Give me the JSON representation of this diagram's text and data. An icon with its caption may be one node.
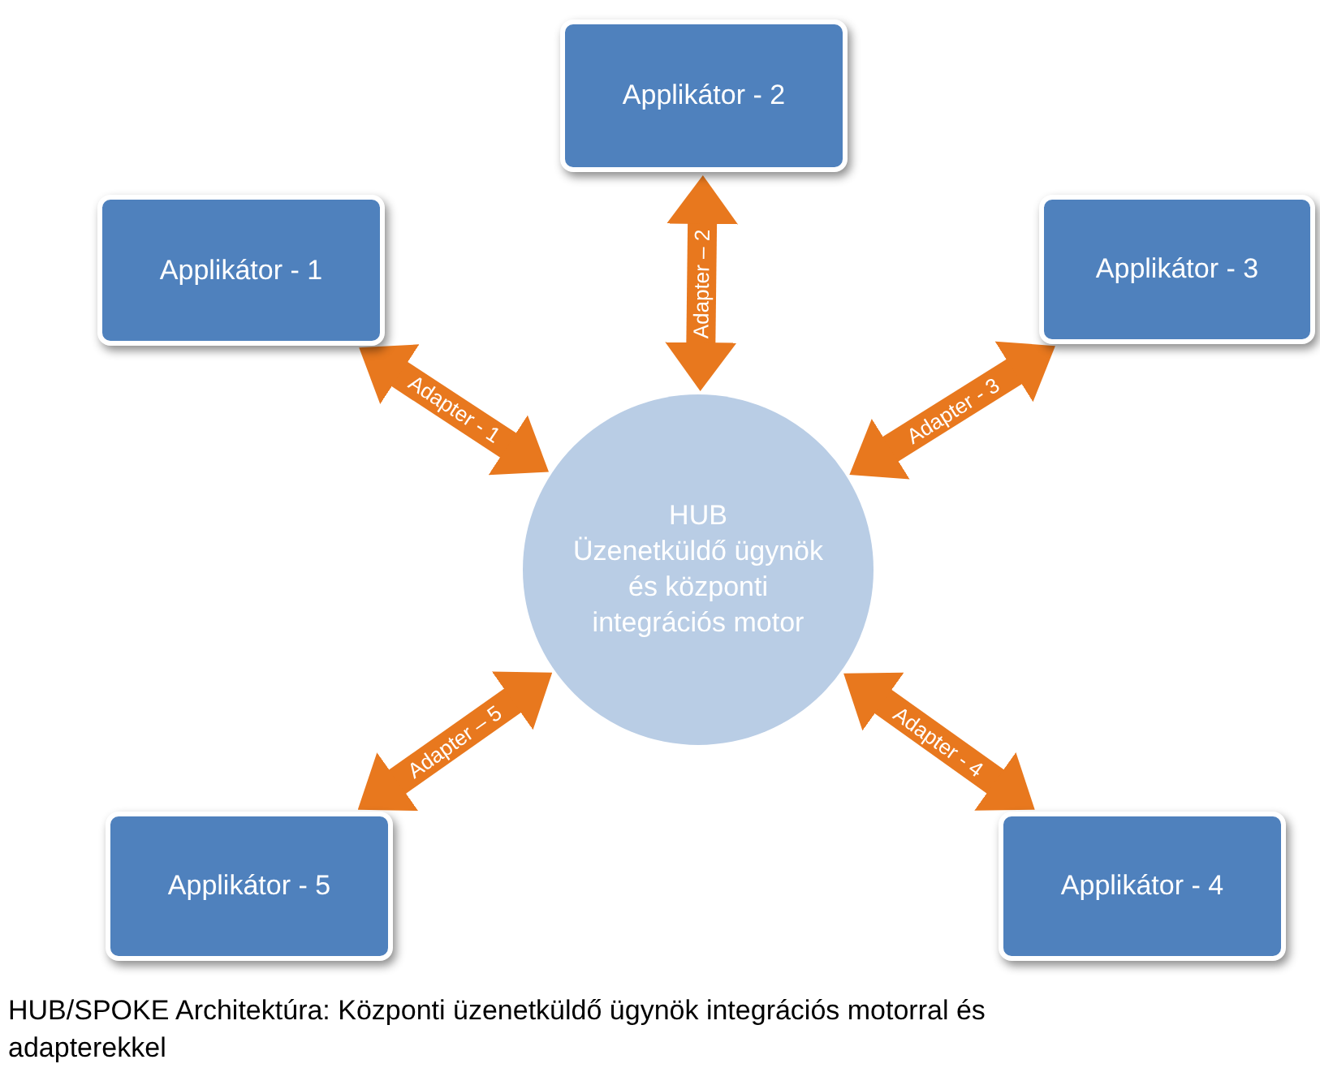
{
  "diagram": {
    "caption": "HUB/SPOKE  Architektúra: Központi üzenetküldő ügynök integrációs motorral és adapterekkel",
    "nodes": [
      {
        "text": [
          "Applikátor - 2"
        ]
      },
      {
        "text": [
          "Applikátor - 1"
        ]
      },
      {
        "text": [
          "Applikátor - 3"
        ]
      },
      {
        "text": [
          "HUB",
          "Üzenetküldő ügynök és központi integrációs motor"
        ]
      },
      {
        "text": [
          "Applikátor - 5"
        ]
      },
      {
        "text": [
          "Applikátor - 4"
        ]
      }
    ],
    "edges": [
      {
        "from": 1,
        "to": 3,
        "arrow": "both",
        "label": "Adapter - 1"
      },
      {
        "from": 0,
        "to": 3,
        "arrow": "both",
        "label": "Adapter – 2"
      },
      {
        "from": 2,
        "to": 3,
        "arrow": "both",
        "label": "Adapter - 3"
      },
      {
        "from": 3,
        "to": 5,
        "arrow": "both",
        "label": "Adapter - 4"
      },
      {
        "from": 3,
        "to": 4,
        "arrow": "both",
        "label": "Adapter – 5"
      }
    ]
  }
}
